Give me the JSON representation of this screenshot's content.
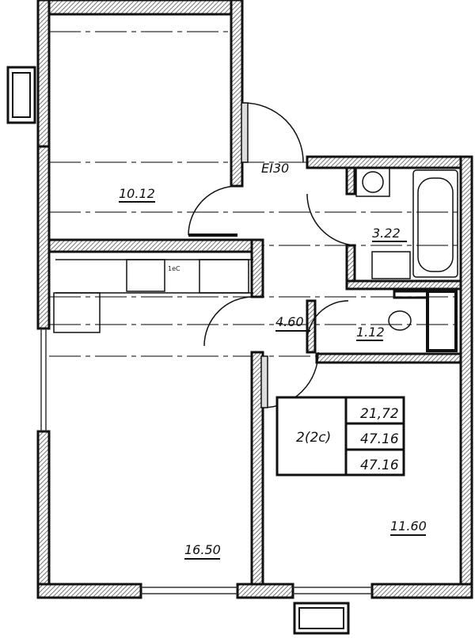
{
  "plan": {
    "rooms": [
      {
        "name": "room-1",
        "area": "10.12"
      },
      {
        "name": "bathroom",
        "area": "3.22"
      },
      {
        "name": "hallway",
        "area": "4.60"
      },
      {
        "name": "toilet",
        "area": "1.12"
      },
      {
        "name": "room-2-kitchen",
        "area": "16.50"
      },
      {
        "name": "room-3",
        "area": "11.60"
      }
    ],
    "door_label": "EI30",
    "kitchen_label": "1eC",
    "summary": {
      "type": "2(2c)",
      "living_area": "21,72",
      "total_area": "47.16",
      "total_area_2": "47.16"
    }
  },
  "colors": {
    "wall": "#111111",
    "hatch": "#888888",
    "line": "#222222"
  }
}
